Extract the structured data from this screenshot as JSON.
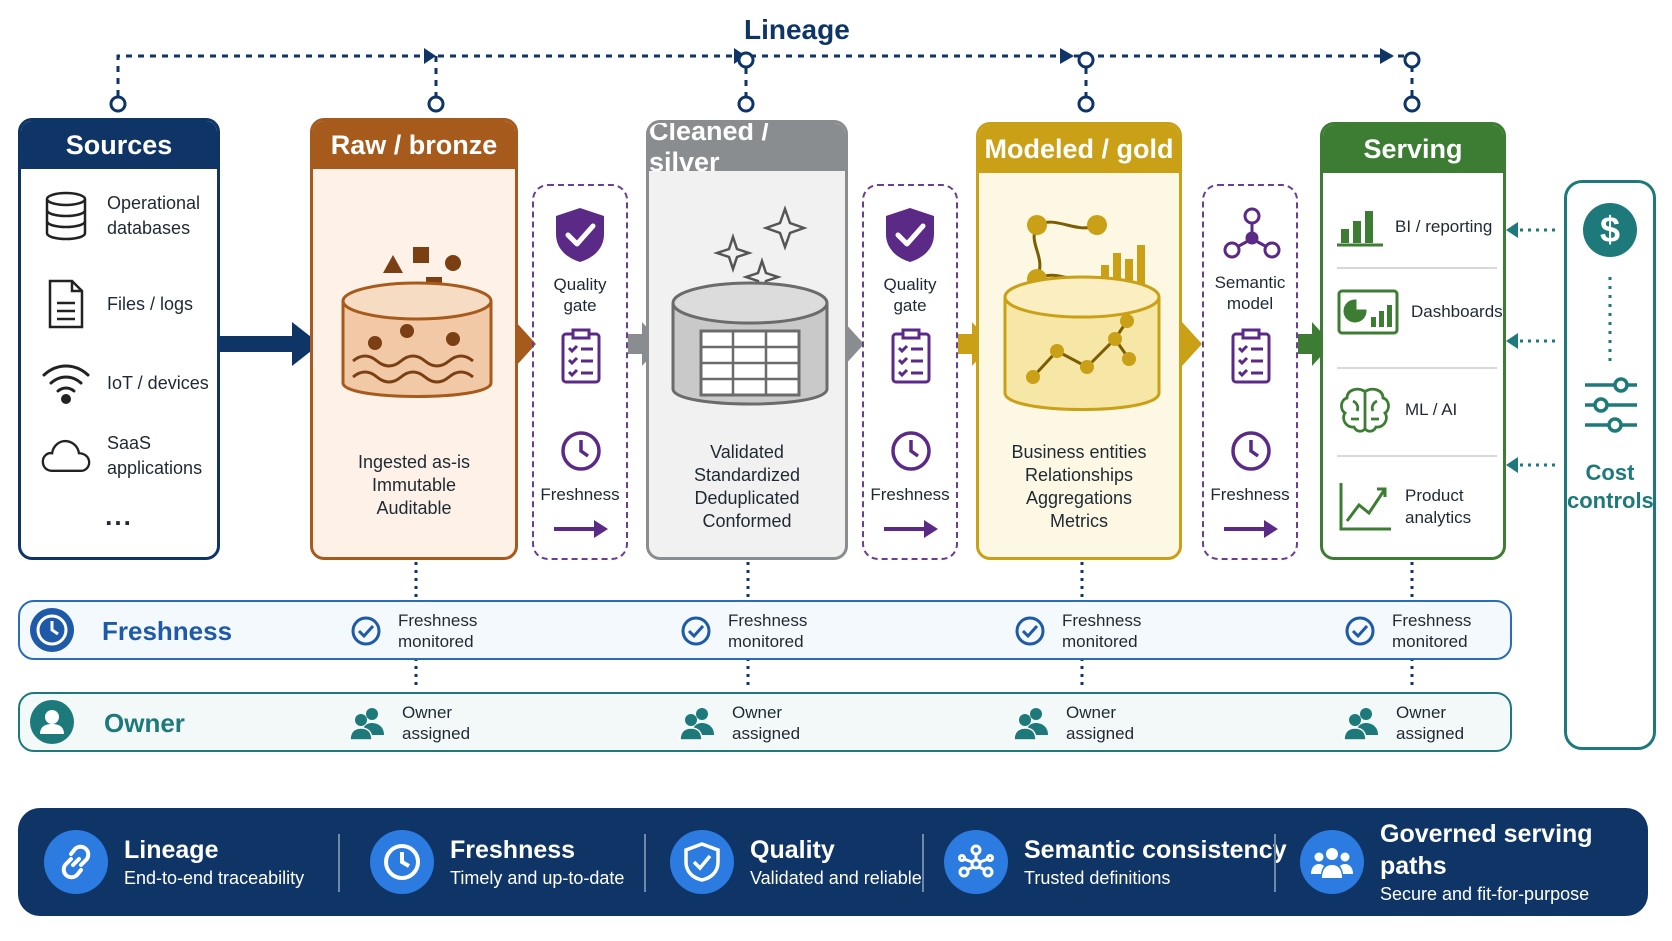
{
  "lineage_label": "Lineage",
  "sources": {
    "title": "Sources",
    "items": [
      "Operational\ndatabases",
      "Files / logs",
      "IoT / devices",
      "SaaS\napplications"
    ],
    "more": "..."
  },
  "stages": [
    {
      "title": "Raw / bronze",
      "desc": "Ingested as-is\nImmutable\nAuditable",
      "color": "#a65a1c"
    },
    {
      "title": "Cleaned / silver",
      "desc": "Validated\nStandardized\nDeduplicated\nConformed",
      "color": "#8a8d90"
    },
    {
      "title": "Modeled / gold",
      "desc": "Business entities\nRelationships\nAggregations\nMetrics",
      "color": "#caa016"
    }
  ],
  "gates": [
    {
      "label": "Quality\ngate",
      "freshness": "Freshness"
    },
    {
      "label": "Quality\ngate",
      "freshness": "Freshness"
    },
    {
      "label": "Semantic\nmodel",
      "freshness": "Freshness"
    }
  ],
  "serving": {
    "title": "Serving",
    "items": [
      "BI / reporting",
      "Dashboards",
      "ML / AI",
      "Product\nanalytics"
    ],
    "color": "#3d7d33"
  },
  "cost_controls": "Cost\ncontrols",
  "freshness_band": {
    "title": "Freshness",
    "item": "Freshness\nmonitored"
  },
  "owner_band": {
    "title": "Owner",
    "item": "Owner\nassigned"
  },
  "bottom": [
    {
      "title": "Lineage",
      "sub": "End-to-end traceability"
    },
    {
      "title": "Freshness",
      "sub": "Timely and up-to-date"
    },
    {
      "title": "Quality",
      "sub": "Validated and reliable"
    },
    {
      "title": "Semantic consistency",
      "sub": "Trusted definitions"
    },
    {
      "title": "Governed serving paths",
      "sub": "Secure and fit-for-purpose"
    }
  ],
  "colors": {
    "navy": "#0f3566",
    "purple": "#6b3e94",
    "teal": "#1e7a7a",
    "bronze": "#a65a1c",
    "silver": "#8a8d90",
    "gold": "#caa016",
    "green": "#3d7d33"
  }
}
